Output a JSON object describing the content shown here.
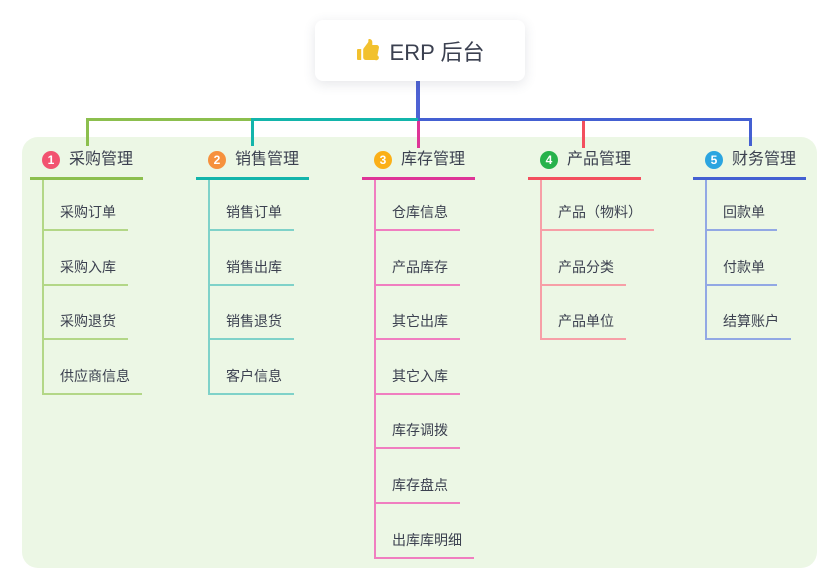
{
  "root": {
    "label": "ERP 后台",
    "icon": "thumbs-up-icon"
  },
  "colors": {
    "root_line": "#4e62d4",
    "panel_background": "#ecf7e5",
    "text": "#3c4150"
  },
  "branches": [
    {
      "num": "1",
      "label": "采购管理",
      "badge_color": "#f25370",
      "line_color": "#8cbf4e",
      "child_line_color": "#b3d787",
      "children": [
        "采购订单",
        "采购入库",
        "采购退货",
        "供应商信息"
      ]
    },
    {
      "num": "2",
      "label": "销售管理",
      "badge_color": "#f6913d",
      "line_color": "#13b5ab",
      "child_line_color": "#7fd2c9",
      "children": [
        "销售订单",
        "销售出库",
        "销售退货",
        "客户信息"
      ]
    },
    {
      "num": "3",
      "label": "库存管理",
      "badge_color": "#fbb017",
      "line_color": "#de3597",
      "child_line_color": "#f07ec0",
      "children": [
        "仓库信息",
        "产品库存",
        "其它出库",
        "其它入库",
        "库存调拨",
        "库存盘点",
        "出库库明细"
      ]
    },
    {
      "num": "4",
      "label": "产品管理",
      "badge_color": "#27b24b",
      "line_color": "#f34f5e",
      "child_line_color": "#f79fa7",
      "children": [
        "产品（物料）",
        "产品分类",
        "产品单位"
      ]
    },
    {
      "num": "5",
      "label": "财务管理",
      "badge_color": "#2ba5e0",
      "line_color": "#4460d2",
      "child_line_color": "#92a8e4",
      "children": [
        "回款单",
        "付款单",
        "结算账户"
      ]
    }
  ]
}
